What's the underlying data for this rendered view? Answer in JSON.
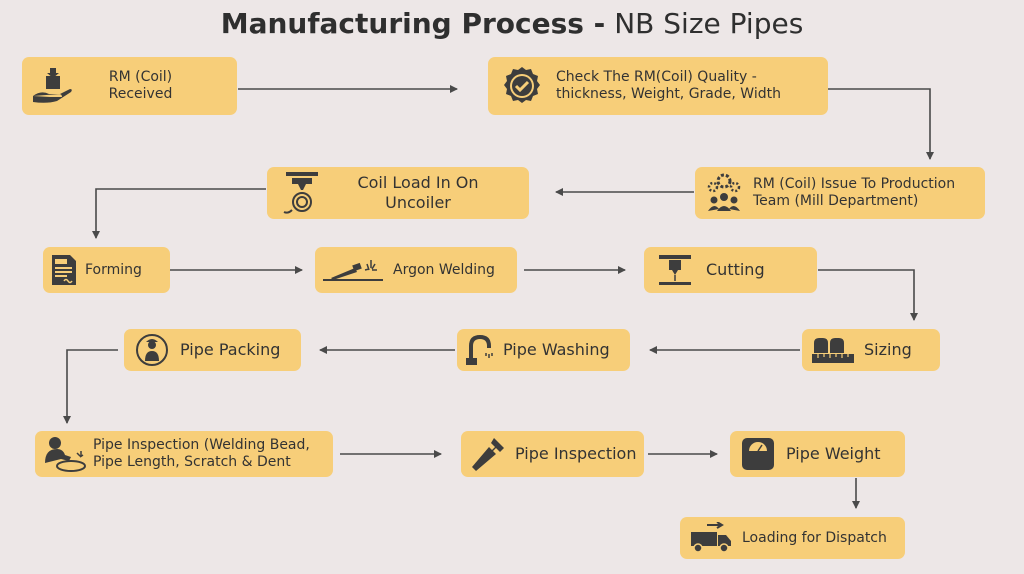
{
  "title": {
    "bold": "Manufacturing Process -",
    "light": "NB Size Pipes"
  },
  "steps": {
    "rm_received": "RM (Coil)\nReceived",
    "quality_check": "Check The RM(Coil) Quality -\nthickness, Weight, Grade, Width",
    "issue_production": "RM (Coil) Issue To Production\nTeam (Mill Department)",
    "coil_load": "Coil Load In On\nUncoiler",
    "forming": "Forming",
    "argon_welding": "Argon Welding",
    "cutting": "Cutting",
    "sizing": "Sizing",
    "pipe_washing": "Pipe Washing",
    "pipe_packing": "Pipe Packing",
    "pipe_inspection_detail": "Pipe Inspection (Welding Bead,\nPipe Length, Scratch & Dent",
    "pipe_inspection": "Pipe Inspection",
    "pipe_weight": "Pipe Weight",
    "loading_dispatch": "Loading for Dispatch"
  },
  "icons": {
    "rm_received": "hand-box-icon",
    "quality_check": "quality-badge-icon",
    "issue_production": "team-gears-icon",
    "coil_load": "uncoiler-icon",
    "forming": "form-document-icon",
    "argon_welding": "welding-torch-icon",
    "cutting": "laser-cutter-icon",
    "sizing": "sizing-ruler-icon",
    "pipe_washing": "faucet-icon",
    "pipe_packing": "worker-icon",
    "pipe_inspection_detail": "welder-pipe-icon",
    "pipe_inspection": "pipe-wrench-icon",
    "pipe_weight": "weighing-scale-icon",
    "loading_dispatch": "delivery-truck-icon"
  },
  "colors": {
    "box": "#f7ce79",
    "background": "#ede7e7",
    "arrow": "#4a4a4a",
    "text": "#2f2f2f"
  }
}
